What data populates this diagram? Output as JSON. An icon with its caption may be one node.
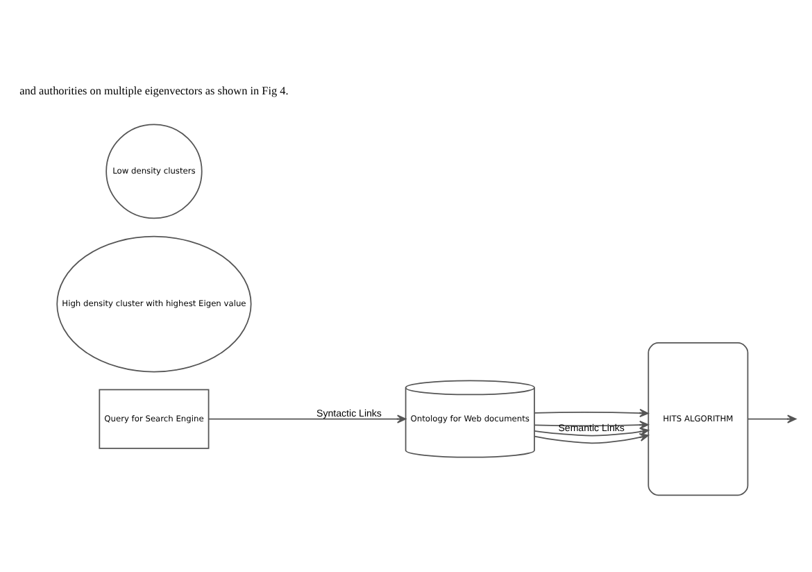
{
  "diagram": {
    "nodes": [
      {
        "text": [
          "Query for Search Engine"
        ]
      },
      {
        "text": [
          "Ontology for Web documents"
        ]
      },
      {
        "text": [
          "HITS ALGORITHM"
        ]
      },
      {
        "text": [
          "High density cluster with highest Eigen value"
        ]
      },
      {
        "text": [
          "Low density clusters"
        ]
      }
    ],
    "edges": [
      {
        "from": 0,
        "to": 1,
        "arrow": "to",
        "label": "Syntactic Links"
      },
      {
        "from": 1,
        "to": 2,
        "arrow": "to"
      },
      {
        "from": 1,
        "to": 2,
        "arrow": "to"
      },
      {
        "from": 1,
        "to": 2,
        "arrow": "to",
        "label": "Semantic Links"
      },
      {
        "from": 1,
        "to": 2,
        "arrow": "to"
      },
      {
        "from": 2,
        "to": null,
        "arrow": "to"
      }
    ],
    "labels": [
      "and authorities on multiple eigenvectors as shown in Fig 4."
    ]
  }
}
